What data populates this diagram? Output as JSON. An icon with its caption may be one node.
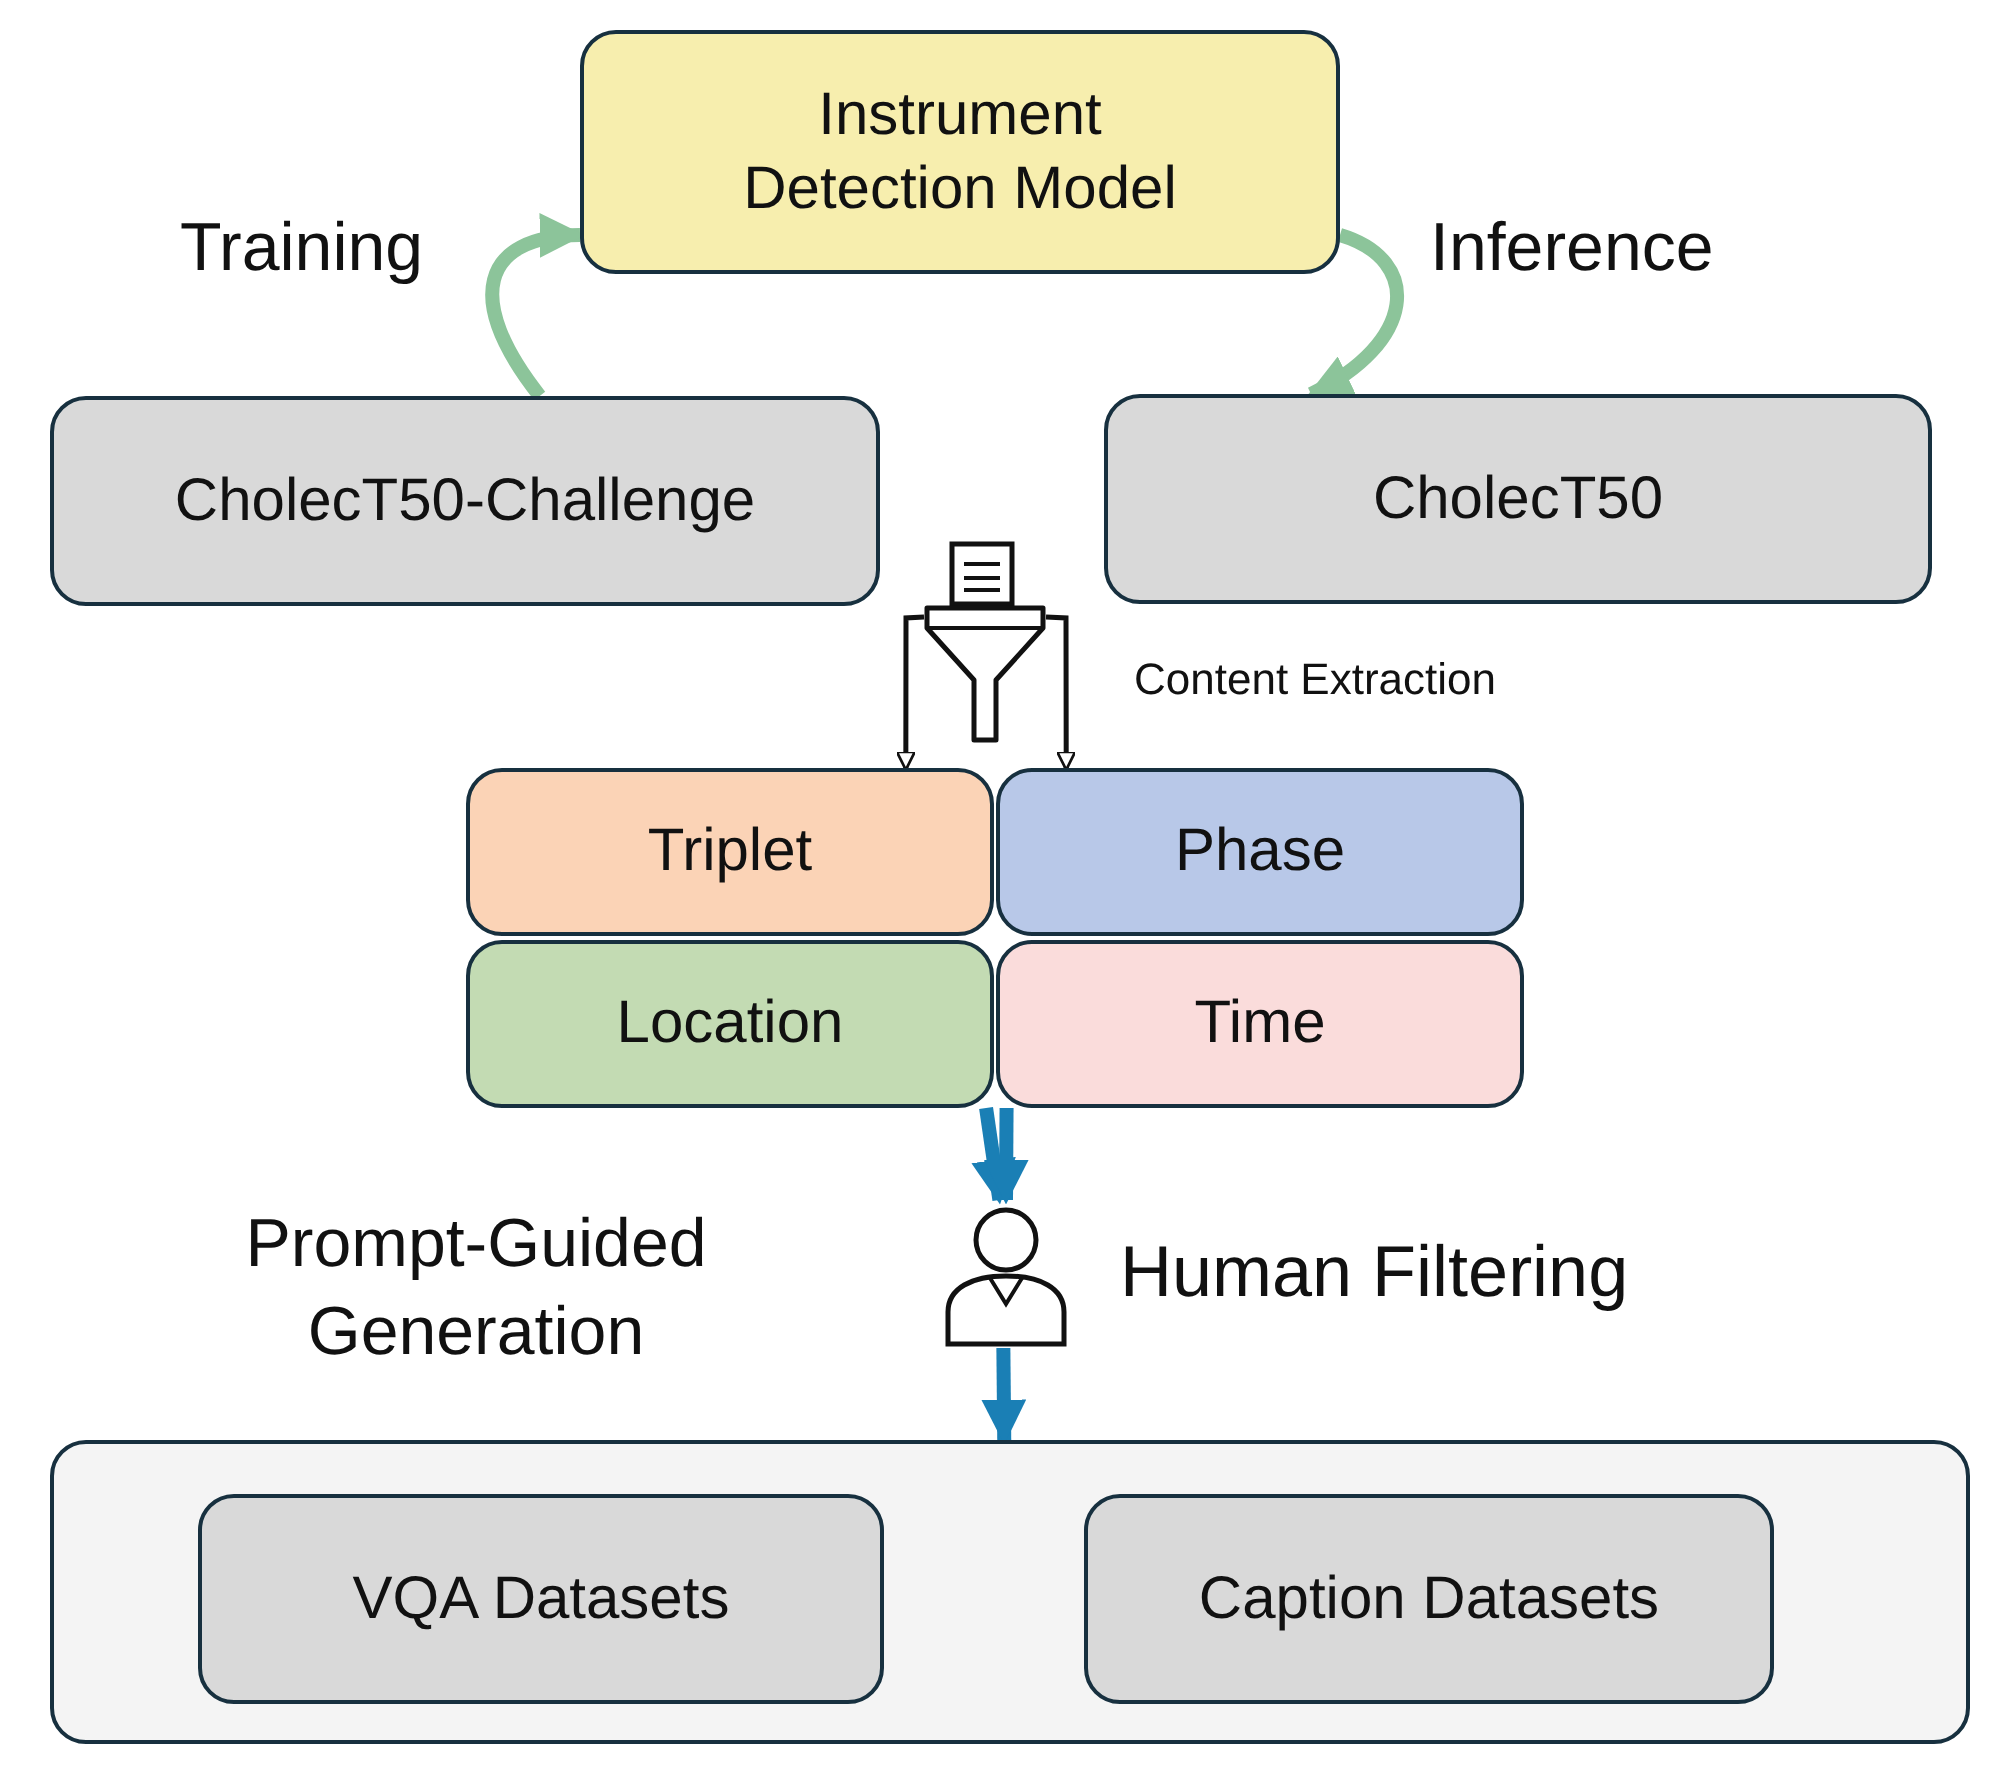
{
  "diagram": {
    "nodes": [
      {
        "text": [
          "Instrument Detection Model"
        ]
      },
      {
        "text": [
          "CholecT50-Challenge"
        ]
      },
      {
        "text": [
          "CholecT50"
        ]
      },
      {
        "text": [],
        "shape": "funnel",
        "beside": [
          "Content Extraction"
        ]
      },
      {
        "text": [
          "Triplet"
        ]
      },
      {
        "text": [
          "Phase"
        ]
      },
      {
        "text": [
          "Location"
        ]
      },
      {
        "text": [
          "Time"
        ]
      },
      {
        "text": [],
        "shape": "person",
        "beside": [
          "Human Filtering"
        ]
      },
      {
        "text": [],
        "shape": "box"
      },
      {
        "text": [
          "VQA Datasets"
        ],
        "in": 9
      },
      {
        "text": [
          "Caption Datasets"
        ],
        "in": 9
      }
    ],
    "edges": [
      {
        "from": 1,
        "to": 0,
        "arrow": "to",
        "label": "Training",
        "color": "#8cc49a"
      },
      {
        "from": 0,
        "to": 2,
        "arrow": "to",
        "label": "Inference",
        "color": "#8cc49a"
      },
      {
        "from": 3,
        "to": 4,
        "arrow": "to",
        "color": "#111111"
      },
      {
        "from": 3,
        "to": 5,
        "arrow": "to",
        "color": "#111111"
      },
      {
        "from": 6,
        "to": 8,
        "arrow": "to",
        "color": "#1a7fb5"
      },
      {
        "from": 7,
        "to": 8,
        "arrow": "to",
        "color": "#1a7fb5"
      },
      {
        "from": 8,
        "to": 9,
        "arrow": "to",
        "color": "#1a7fb5"
      }
    ],
    "labels": [
      "Prompt-Guided Generation"
    ]
  }
}
